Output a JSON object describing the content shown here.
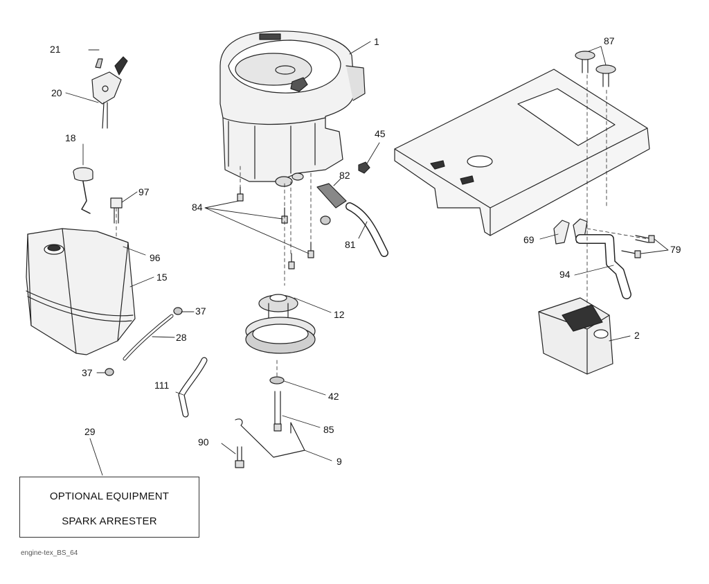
{
  "callouts": {
    "c1": "1",
    "c2": "2",
    "c9": "9",
    "c12": "12",
    "c15": "15",
    "c18": "18",
    "c20": "20",
    "c21": "21",
    "c28": "28",
    "c29": "29",
    "c37a": "37",
    "c37b": "37",
    "c42": "42",
    "c45": "45",
    "c69": "69",
    "c79": "79",
    "c81": "81",
    "c82": "82",
    "c84": "84",
    "c85": "85",
    "c87": "87",
    "c90": "90",
    "c94": "94",
    "c96": "96",
    "c97": "97",
    "c111": "111"
  },
  "optional_box": {
    "line1": "OPTIONAL EQUIPMENT",
    "line2": "SPARK ARRESTER"
  },
  "footer": "engine-tex_BS_64"
}
